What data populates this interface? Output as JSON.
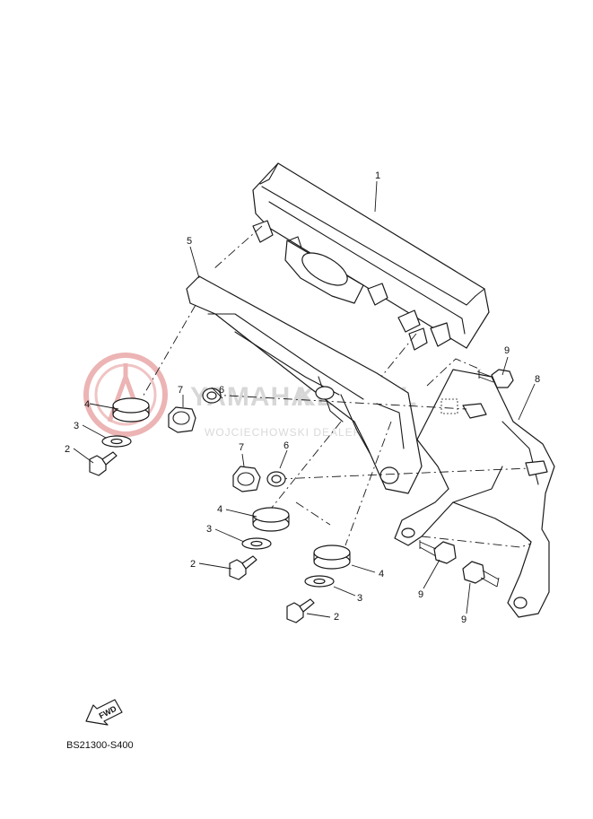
{
  "watermark": {
    "brand": "YAMAHA",
    "brand_rest": "KLER.PL",
    "subtitle": "WOJCIECHOWSKI  DEALER YAMAHA",
    "logo_color": "#e9a7a7",
    "text_color": "#d7d7d7"
  },
  "callouts": {
    "meter_assembly": "1",
    "screw_left": "2",
    "screw_center": "2",
    "screw_right": "2",
    "washer_left": "3",
    "washer_center": "3",
    "washer_right": "3",
    "damper_left": "4",
    "damper_center": "4",
    "damper_right": "4",
    "cover": "5",
    "collar_upper": "6",
    "collar_lower": "6",
    "nut_upper": "7",
    "nut_lower": "7",
    "bracket": "8",
    "bolt_top": "9",
    "bolt_mid": "9",
    "bolt_bottom": "9"
  },
  "fwd_label": "FWD",
  "diagram_code": "BS21300-S400",
  "icons": [
    "yamaha-tuning-fork-logo-icon",
    "fwd-arrow-icon"
  ]
}
